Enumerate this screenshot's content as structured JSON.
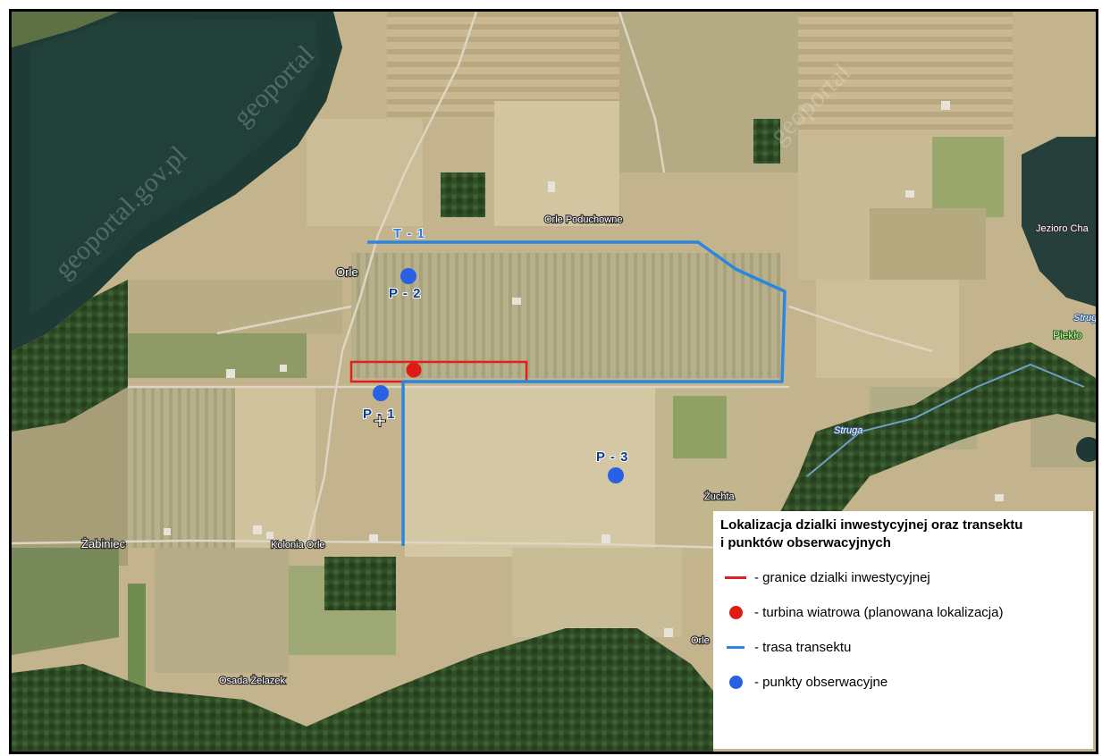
{
  "map": {
    "watermark": [
      "geoportal.gov.pl",
      "geoportal",
      "geoportal"
    ],
    "places": {
      "orle": "Orle",
      "orle_poduchowne": "Orle Poduchowne",
      "kolonia_orle": "Kolonia Orle",
      "zabiniec": "Żabiniec",
      "osada_zelazek": "Osada Żelazek",
      "zuchta": "Żuchta",
      "orle_south": "Orle",
      "jezioro": "Jezioro Cha",
      "struga_1": "Struga",
      "struga_2": "Strug",
      "pieklo": "Piekło"
    },
    "markers": {
      "p1": "P - 1",
      "p2": "P - 2",
      "p3": "P - 3",
      "t1": "T - 1"
    },
    "colors": {
      "boundary": "#e0201d",
      "turbine": "#e01a14",
      "transect": "#2a86e0",
      "observation_point": "#2860e6"
    }
  },
  "legend": {
    "title_line1": "Lokalizacja dzialki inwestycyjnej oraz transektu",
    "title_line2": "i punktów obserwacyjnych",
    "items": [
      {
        "symbol": "red-line",
        "label": "- granice dzialki inwestycyjnej"
      },
      {
        "symbol": "red-dot",
        "label": "- turbina wiatrowa (planowana lokalizacja)"
      },
      {
        "symbol": "blue-line",
        "label": "- trasa transektu"
      },
      {
        "symbol": "blue-dot",
        "label": "- punkty obserwacyjne"
      }
    ]
  }
}
